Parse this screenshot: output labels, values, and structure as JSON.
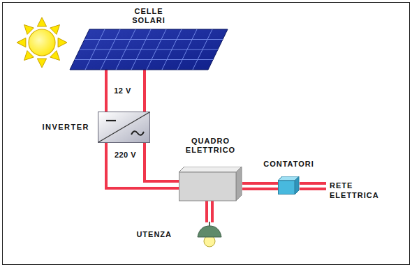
{
  "diagram": {
    "nodes": [
      {
        "text": [
          "CELLE SOLARI"
        ]
      },
      {
        "text": [
          "INVERTER"
        ]
      },
      {
        "text": [
          "QUADRO ELETTRICO"
        ]
      },
      {
        "text": [
          "CONTATORI"
        ]
      },
      {
        "text": [
          "RETE ELETTRICA"
        ]
      },
      {
        "text": [
          "UTENZA"
        ]
      }
    ],
    "edges": [
      {
        "from": 0,
        "to": 1,
        "label": "12 V",
        "arrow": "none"
      },
      {
        "from": 1,
        "to": 2,
        "label": "220 V",
        "arrow": "none"
      },
      {
        "from": 2,
        "to": 3,
        "arrow": "none"
      },
      {
        "from": 3,
        "to": 4,
        "arrow": "none"
      },
      {
        "from": 2,
        "to": 5,
        "arrow": "none"
      }
    ]
  }
}
